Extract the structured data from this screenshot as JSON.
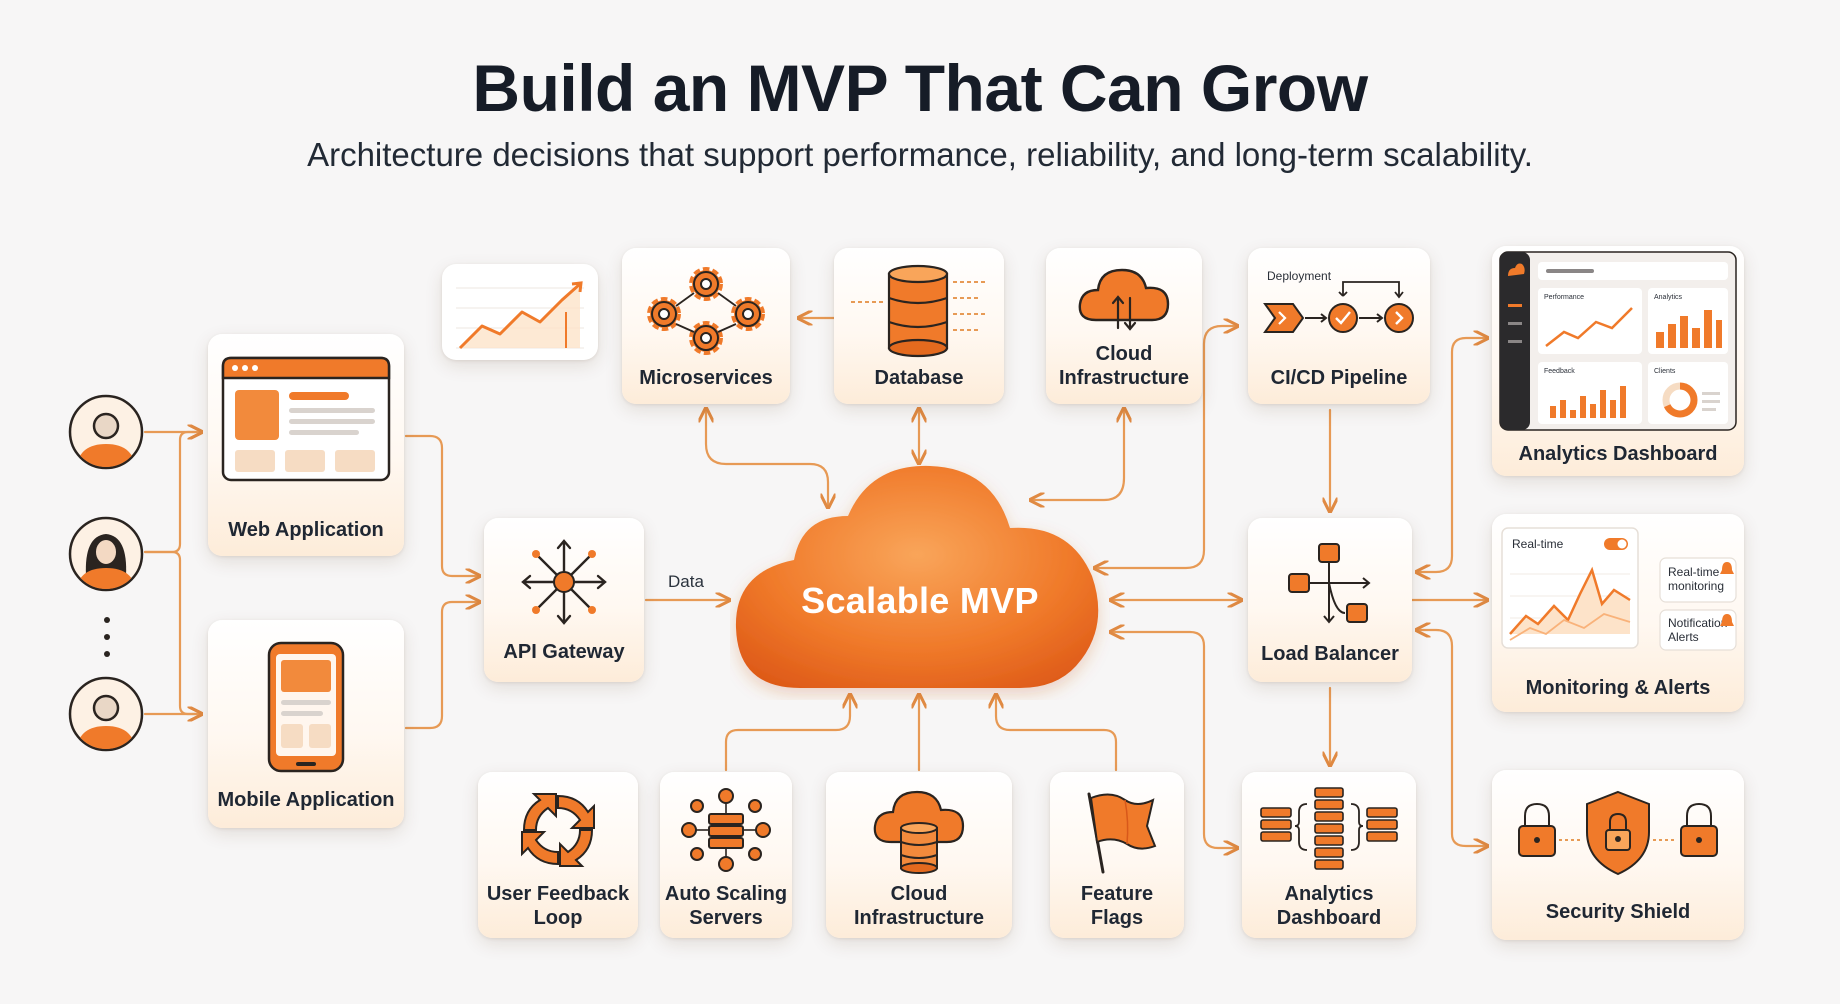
{
  "header": {
    "title": "Build an MVP That Can Grow",
    "subtitle": "Architecture decisions that support performance, reliability, and long-term scalability."
  },
  "center": {
    "label": "Scalable MVP"
  },
  "edge_labels": {
    "data": "Data"
  },
  "nodes": {
    "web_app": "Web Application",
    "mobile_app": "Mobile Application",
    "api_gateway": "API Gateway",
    "microservices": "Microservices",
    "database": "Database",
    "cloud_top_l1": "Cloud",
    "cloud_top_l2": "Infrastructure",
    "cicd": "CI/CD Pipeline",
    "cicd_caption": "Deployment",
    "load_balancer": "Load Balancer",
    "analytics_top": "Analytics Dashboard",
    "monitoring": "Monitoring & Alerts",
    "security": "Security Shield",
    "feedback_l1": "User Feedback",
    "feedback_l2": "Loop",
    "autoscale_l1": "Auto Scaling",
    "autoscale_l2": "Servers",
    "cloud_bottom_l1": "Cloud",
    "cloud_bottom_l2": "Infrastructure",
    "flags_l1": "Feature",
    "flags_l2": "Flags",
    "analytics_bottom_l1": "Analytics",
    "analytics_bottom_l2": "Dashboard"
  },
  "dashboard_panels": {
    "performance": "Performance",
    "analytics": "Analytics",
    "feedback": "Feedback",
    "clients": "Clients"
  },
  "monitoring_panel": {
    "realtime": "Real-time",
    "alert1_l1": "Real-time",
    "alert1_l2": "monitoring",
    "alert2_l1": "Notification",
    "alert2_l2": "Alerts"
  },
  "colors": {
    "accent": "#f07a2a",
    "accent_dark": "#d8581a",
    "accent_light": "#f9a55a",
    "wire": "#e79a55",
    "text": "#1c2430",
    "background": "#f7f6f6"
  }
}
